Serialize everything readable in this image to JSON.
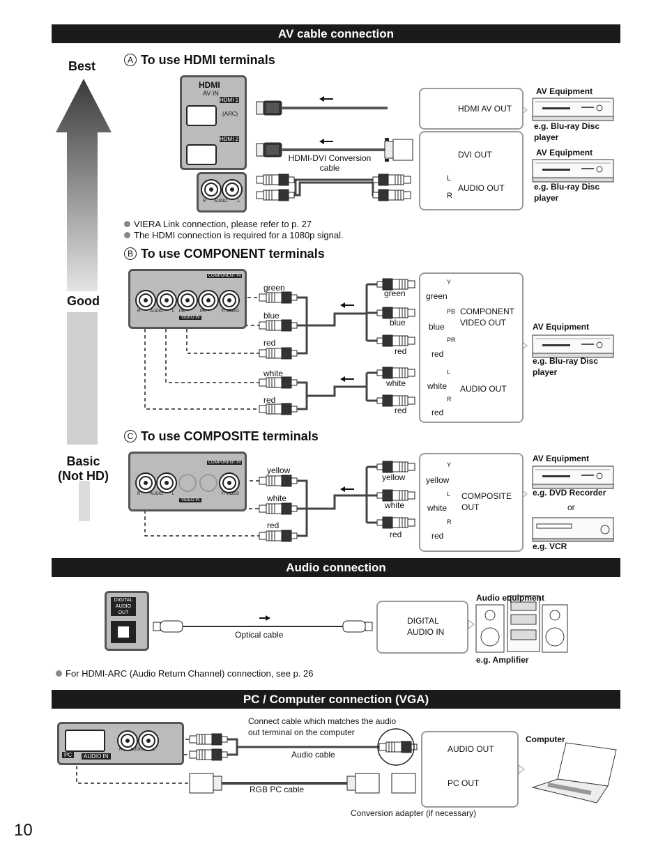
{
  "page_number": "10",
  "av_section": {
    "title": "AV cable connection",
    "quality": {
      "best": "Best",
      "good": "Good",
      "basic": "Basic\n(Not HD)"
    },
    "hdmi": {
      "marker": "A",
      "heading": "To use HDMI terminals",
      "panel": {
        "logo": "HDMI",
        "av_in": "AV IN",
        "hdmi1": "HDMI 1",
        "arc": "(ARC)",
        "hdmi2": "HDMI 2",
        "r": "R",
        "audio": "AUDIO",
        "l": "L"
      },
      "conversion_cable": "HDMI-DVI Conversion\ncable",
      "hdmi_av_out": "HDMI AV OUT",
      "dvi_out": "DVI OUT",
      "audio_out": "AUDIO OUT",
      "l": "L",
      "r": "R",
      "equipment1": "AV Equipment",
      "equipment1_eg": "e.g. Blu-ray Disc\nplayer",
      "equipment2": "AV Equipment",
      "equipment2_eg": "e.g. Blu-ray Disc\nplayer",
      "notes": [
        "VIERA Link connection, please refer to p. 27",
        "The HDMI connection is required for a 1080p signal."
      ]
    },
    "component": {
      "marker": "B",
      "heading": "To use COMPONENT terminals",
      "panel": {
        "component_in": "COMPONENT IN",
        "r": "R",
        "audio": "AUDIO",
        "l": "L",
        "pr": "PR",
        "pb": "PB",
        "yvideo": "Y/ VIDEO",
        "video_in": "VIDEO IN"
      },
      "left_labels": [
        "green",
        "blue",
        "red",
        "white",
        "red"
      ],
      "right_labels": [
        "green",
        "blue",
        "red",
        "white",
        "red"
      ],
      "jack_letters": [
        "Y",
        "PB",
        "PR",
        "L",
        "R"
      ],
      "jack_colors": [
        "green",
        "blue",
        "red",
        "white",
        "red"
      ],
      "component_video_out": "COMPONENT\nVIDEO OUT",
      "audio_out": "AUDIO OUT",
      "equipment": "AV Equipment",
      "equipment_eg": "e.g. Blu-ray Disc\nplayer"
    },
    "composite": {
      "marker": "C",
      "heading": "To use COMPOSITE terminals",
      "panel": {
        "component_in": "COMPONENT IN",
        "r": "R",
        "audio": "AUDIO",
        "l": "L",
        "yvideo": "Y/ VIDEO",
        "video_in": "VIDEO IN"
      },
      "left_labels": [
        "yellow",
        "white",
        "red"
      ],
      "right_labels": [
        "yellow",
        "white",
        "red"
      ],
      "jack_letters": [
        "Y",
        "L",
        "R"
      ],
      "jack_colors": [
        "yellow",
        "white",
        "red"
      ],
      "composite_out": "COMPOSITE\nOUT",
      "equipment": "AV Equipment",
      "equipment_eg1": "e.g. DVD Recorder",
      "or": "or",
      "equipment_eg2": "e.g. VCR"
    }
  },
  "audio_section": {
    "title": "Audio connection",
    "panel_label": "DIGITAL\nAUDIO\nOUT",
    "optical_cable": "Optical cable",
    "digital_audio_in": "DIGITAL\nAUDIO IN",
    "equipment": "Audio equipment",
    "equipment_eg": "e.g. Amplifier",
    "note": "For HDMI-ARC (Audio Return Channel) connection, see p. 26"
  },
  "pc_section": {
    "title": "PC / Computer connection (VGA)",
    "panel": {
      "pc": "PC",
      "audio_in": "AUDIO IN",
      "r": "R",
      "audio": "AUDIO",
      "l": "L"
    },
    "callout": "Connect cable which matches the audio\nout terminal on the computer",
    "audio_cable": "Audio cable",
    "rgb_cable": "RGB PC cable",
    "adapter": "Conversion adapter (if necessary)",
    "audio_out": "AUDIO OUT",
    "pc_out": "PC OUT",
    "computer": "Computer"
  }
}
